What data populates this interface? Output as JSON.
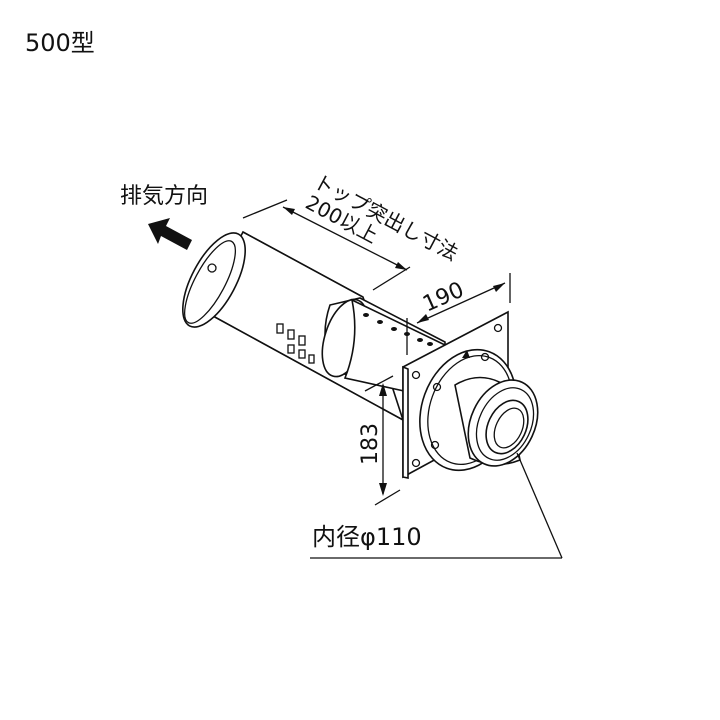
{
  "model_label": "500型",
  "exhaust_direction_label": "排気方向",
  "top_protrusion": {
    "label": "トップ突出し寸法",
    "value": "200以上"
  },
  "dimension_width": "190",
  "dimension_height": "183",
  "inner_diameter_label": "内径φ110",
  "colors": {
    "line": "#111111",
    "background": "#ffffff"
  }
}
